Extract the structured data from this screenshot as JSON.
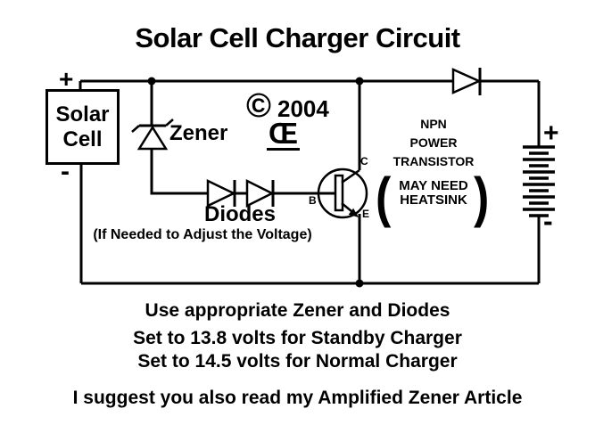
{
  "title": "Solar Cell Charger Circuit",
  "circuit": {
    "solar_cell": {
      "line1": "Solar",
      "line2": "Cell",
      "plus": "+",
      "minus": "-"
    },
    "zener_label": "Zener",
    "copyright": {
      "symbol": "©",
      "year": "2004",
      "initials": "Œ"
    },
    "diodes": {
      "label": "Diodes",
      "caption": "(If Needed to Adjust the Voltage)"
    },
    "transistor": {
      "c": "C",
      "b": "B",
      "e": "E",
      "type": [
        "NPN",
        "POWER",
        "TRANSISTOR"
      ],
      "note": [
        "MAY NEED",
        "HEATSINK"
      ],
      "paren_open": "(",
      "paren_close": ")"
    },
    "battery": {
      "plus": "+",
      "minus": "-"
    }
  },
  "notes": {
    "line1": "Use appropriate Zener and Diodes",
    "line2": "Set to 13.8 volts for Standby Charger",
    "line3": "Set to 14.5 volts for Normal Charger",
    "line4": "I suggest you also read my Amplified Zener Article"
  },
  "colors": {
    "ink": "#000000",
    "background": "#ffffff"
  }
}
